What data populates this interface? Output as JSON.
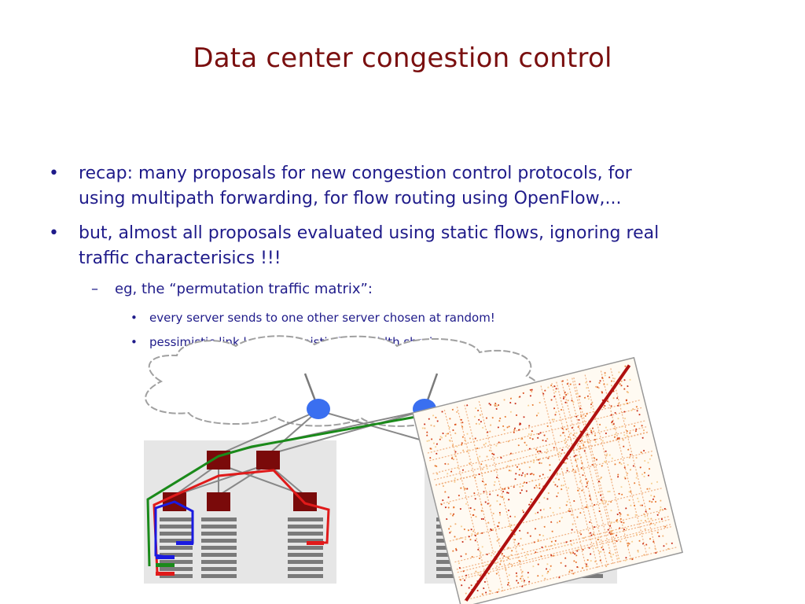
{
  "slide": {
    "title": "Data center congestion control",
    "bullet_mark": "•",
    "dash_mark": "–",
    "bullets": [
      {
        "lines": [
          "recap: many proposals for new congestion control protocols, for",
          "using multipath forwarding, for flow routing using OpenFlow,..."
        ]
      },
      {
        "lines": [
          "but, almost all proposals evaluated using static flows, ignoring real",
          "traffic characterisics !!!"
        ]
      }
    ],
    "sub_bullet": "eg, the “permutation traffic matrix”:",
    "sub_sub_bullets": [
      "every server sends to one other server chosen at random!",
      "pessimistic link load, optimistic bandwidth sharing"
    ]
  },
  "colors": {
    "title": "#7a0f0f",
    "text": "#1f1b8a",
    "switch_core": "#3a6ff0",
    "switch_agg": "#7a0a0a",
    "flow_red": "#e01a1a",
    "flow_green": "#1a8a1a",
    "flow_blue": "#1a1ae0",
    "rack_bg": "#e6e6e6",
    "server": "#7a7a7a"
  }
}
